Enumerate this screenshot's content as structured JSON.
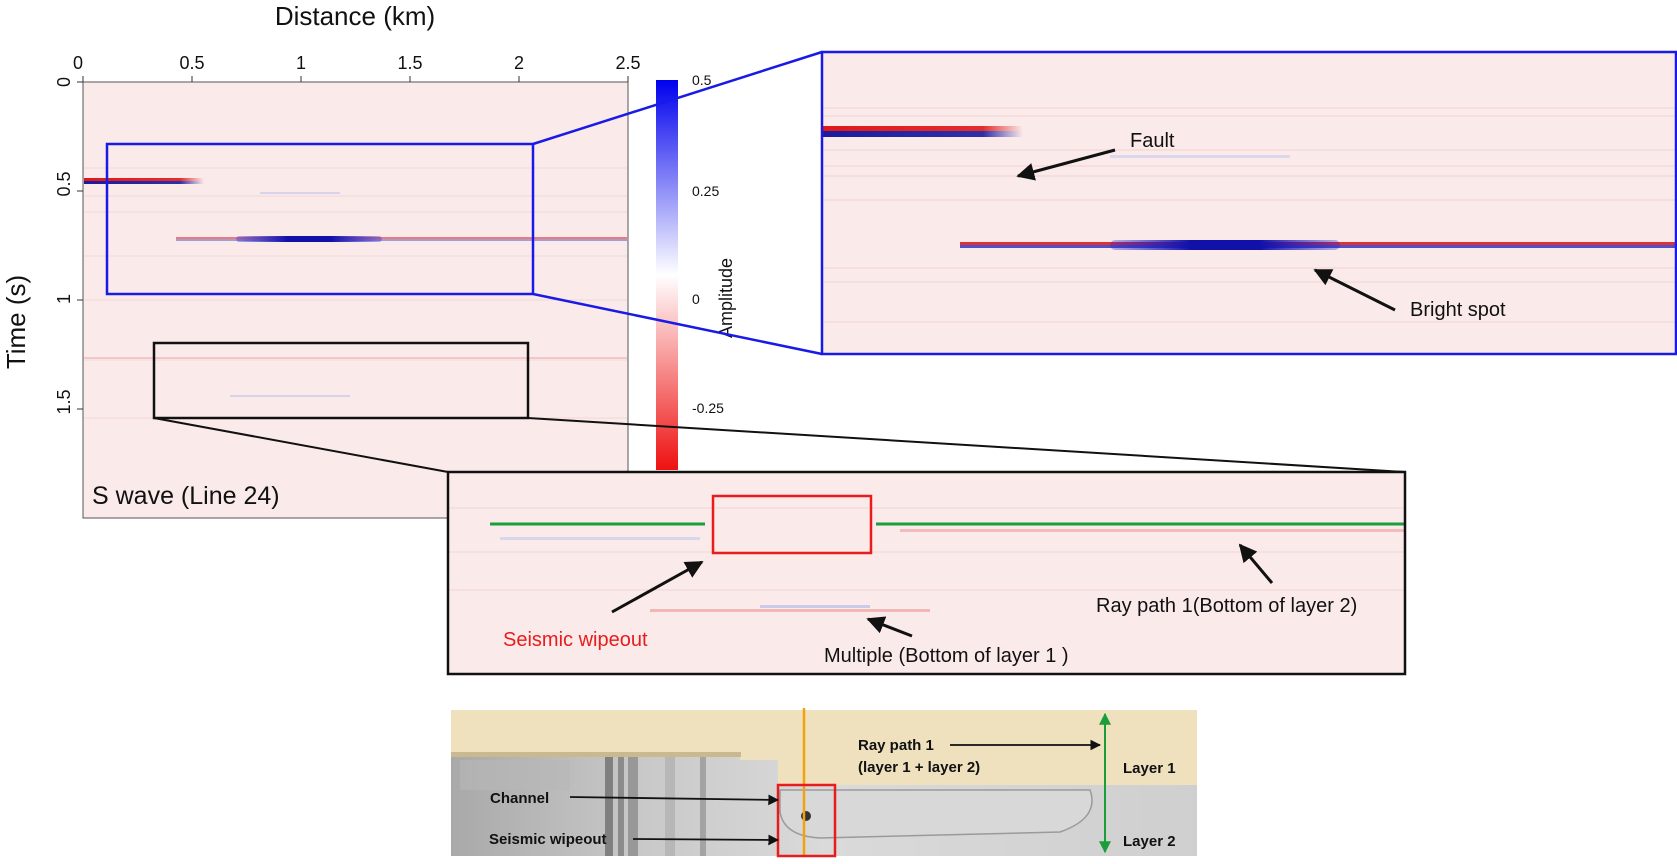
{
  "main_panel": {
    "xlabel": "Distance (km)",
    "ylabel": "Time (s)",
    "x_ticks": [
      "0",
      "0.5",
      "1",
      "1.5",
      "2",
      "2.5"
    ],
    "y_ticks": [
      "0",
      "0.5",
      "1",
      "1.5"
    ],
    "label": "S wave (Line 24)"
  },
  "colorbar": {
    "title": "Amplitude",
    "ticks": [
      "0.5",
      "0.25",
      "0",
      "-0.25"
    ],
    "colors": {
      "positive": "#0000ee",
      "zero": "#ffffff",
      "negative": "#ee1111"
    }
  },
  "zoom_top": {
    "labels": {
      "fault": "Fault",
      "bright_spot": "Bright spot"
    }
  },
  "zoom_bottom": {
    "labels": {
      "wipeout": "Seismic wipeout",
      "multiple": "Multiple (Bottom of layer 1 )",
      "ray_path": "Ray path 1(Bottom of layer 2)"
    }
  },
  "photo": {
    "labels": {
      "ray_path_line1": "Ray path 1",
      "ray_path_line2": "(layer 1 + layer 2)",
      "channel": "Channel",
      "wipeout": "Seismic wipeout",
      "layer1": "Layer 1",
      "layer2": "Layer 2"
    }
  },
  "colors": {
    "zoom_box_top": "#1a1ae6",
    "zoom_box_bottom": "#111111",
    "wipeout_box": "#e81c1c",
    "reflector_line": "#1a9e3a",
    "ray_line": "#f2a20c",
    "layer_arrow": "#1a9e3a",
    "background_tint": "#fbeaea"
  }
}
